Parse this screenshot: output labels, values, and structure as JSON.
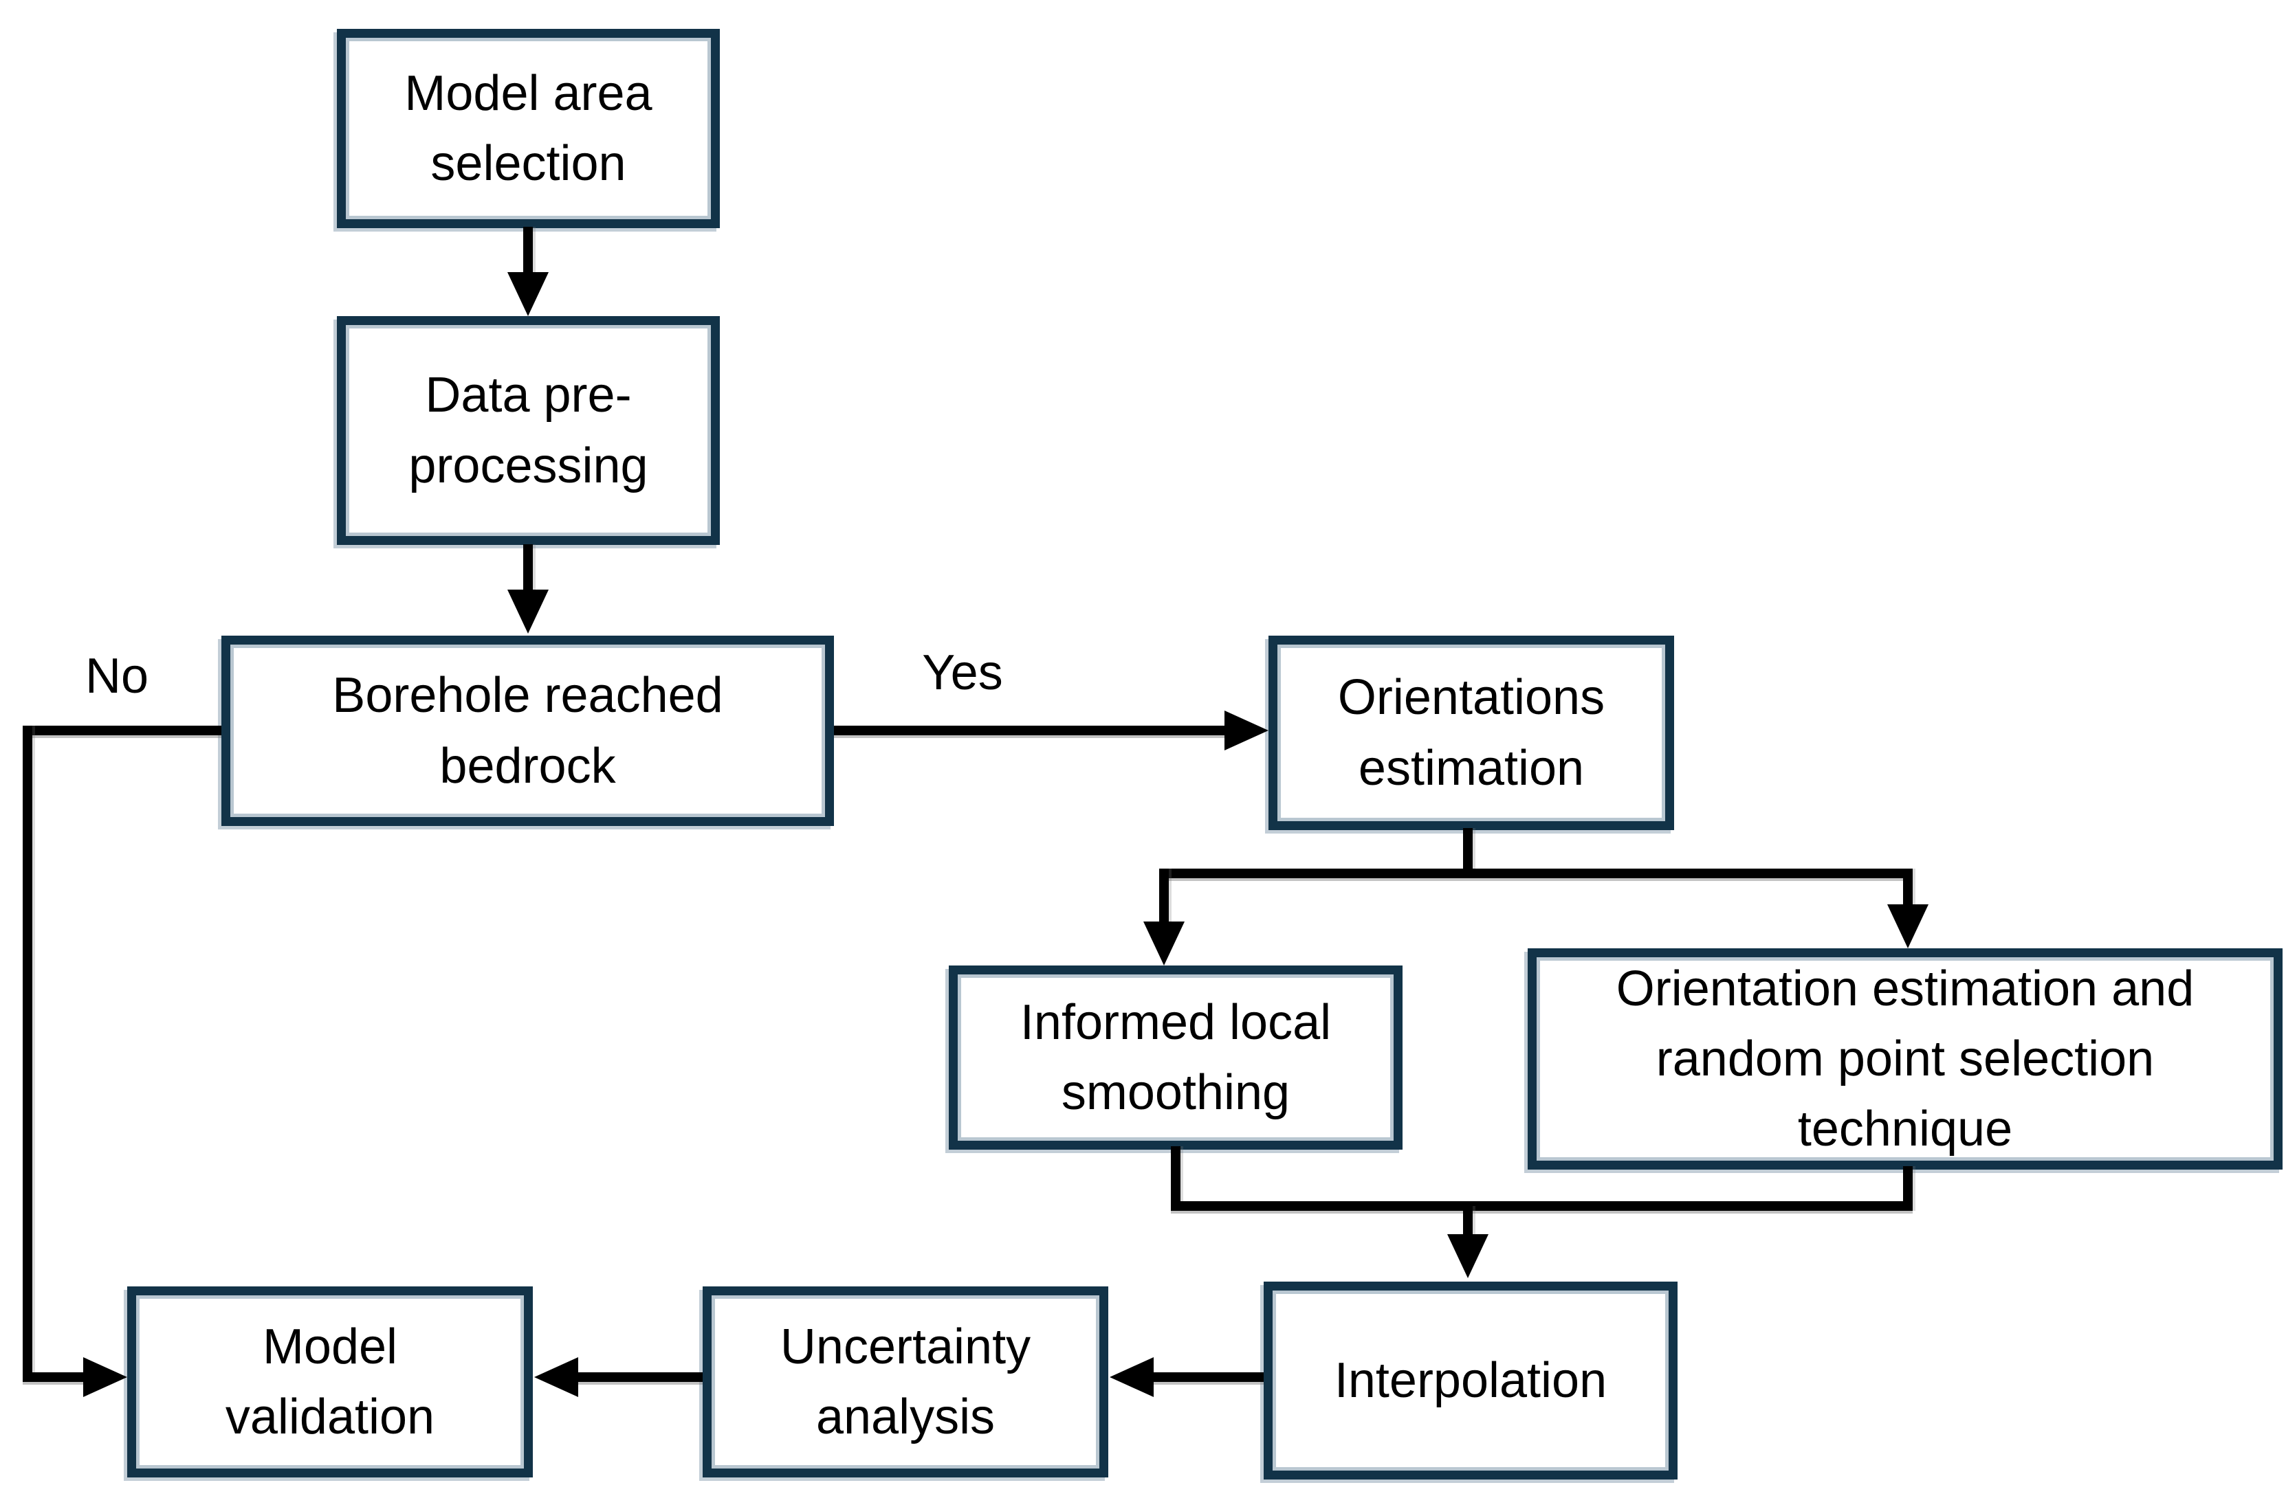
{
  "diagram": {
    "type": "flowchart",
    "background": "#ffffff",
    "colors": {
      "node_border": "#123348",
      "node_inner_halo": "#b9c7d1",
      "node_fill": "#ffffff",
      "edge_line": "#000000",
      "text": "#000000"
    },
    "nodes": [
      {
        "id": "model-area-selection",
        "label": "Model area selection"
      },
      {
        "id": "data-pre-processing",
        "label": "Data pre-processing"
      },
      {
        "id": "borehole-reached-bedrock",
        "label": "Borehole reached bedrock"
      },
      {
        "id": "orientations-estimation",
        "label": "Orientations estimation"
      },
      {
        "id": "informed-local-smoothing",
        "label": "Informed local smoothing"
      },
      {
        "id": "orientation-estimation-random-point-selection",
        "label": "Orientation estimation and random point selection technique"
      },
      {
        "id": "interpolation",
        "label": "Interpolation"
      },
      {
        "id": "uncertainty-analysis",
        "label": "Uncertainty analysis"
      },
      {
        "id": "model-validation",
        "label": "Model validation"
      }
    ],
    "edges": [
      {
        "from": "model-area-selection",
        "to": "data-pre-processing",
        "label": ""
      },
      {
        "from": "data-pre-processing",
        "to": "borehole-reached-bedrock",
        "label": ""
      },
      {
        "from": "borehole-reached-bedrock",
        "to": "orientations-estimation",
        "label": "Yes"
      },
      {
        "from": "borehole-reached-bedrock",
        "to": "model-validation",
        "label": "No"
      },
      {
        "from": "orientations-estimation",
        "to": "informed-local-smoothing",
        "label": ""
      },
      {
        "from": "orientations-estimation",
        "to": "orientation-estimation-random-point-selection",
        "label": ""
      },
      {
        "from": "informed-local-smoothing",
        "to": "interpolation",
        "label": ""
      },
      {
        "from": "orientation-estimation-random-point-selection",
        "to": "interpolation",
        "label": ""
      },
      {
        "from": "interpolation",
        "to": "uncertainty-analysis",
        "label": ""
      },
      {
        "from": "uncertainty-analysis",
        "to": "model-validation",
        "label": ""
      }
    ]
  }
}
